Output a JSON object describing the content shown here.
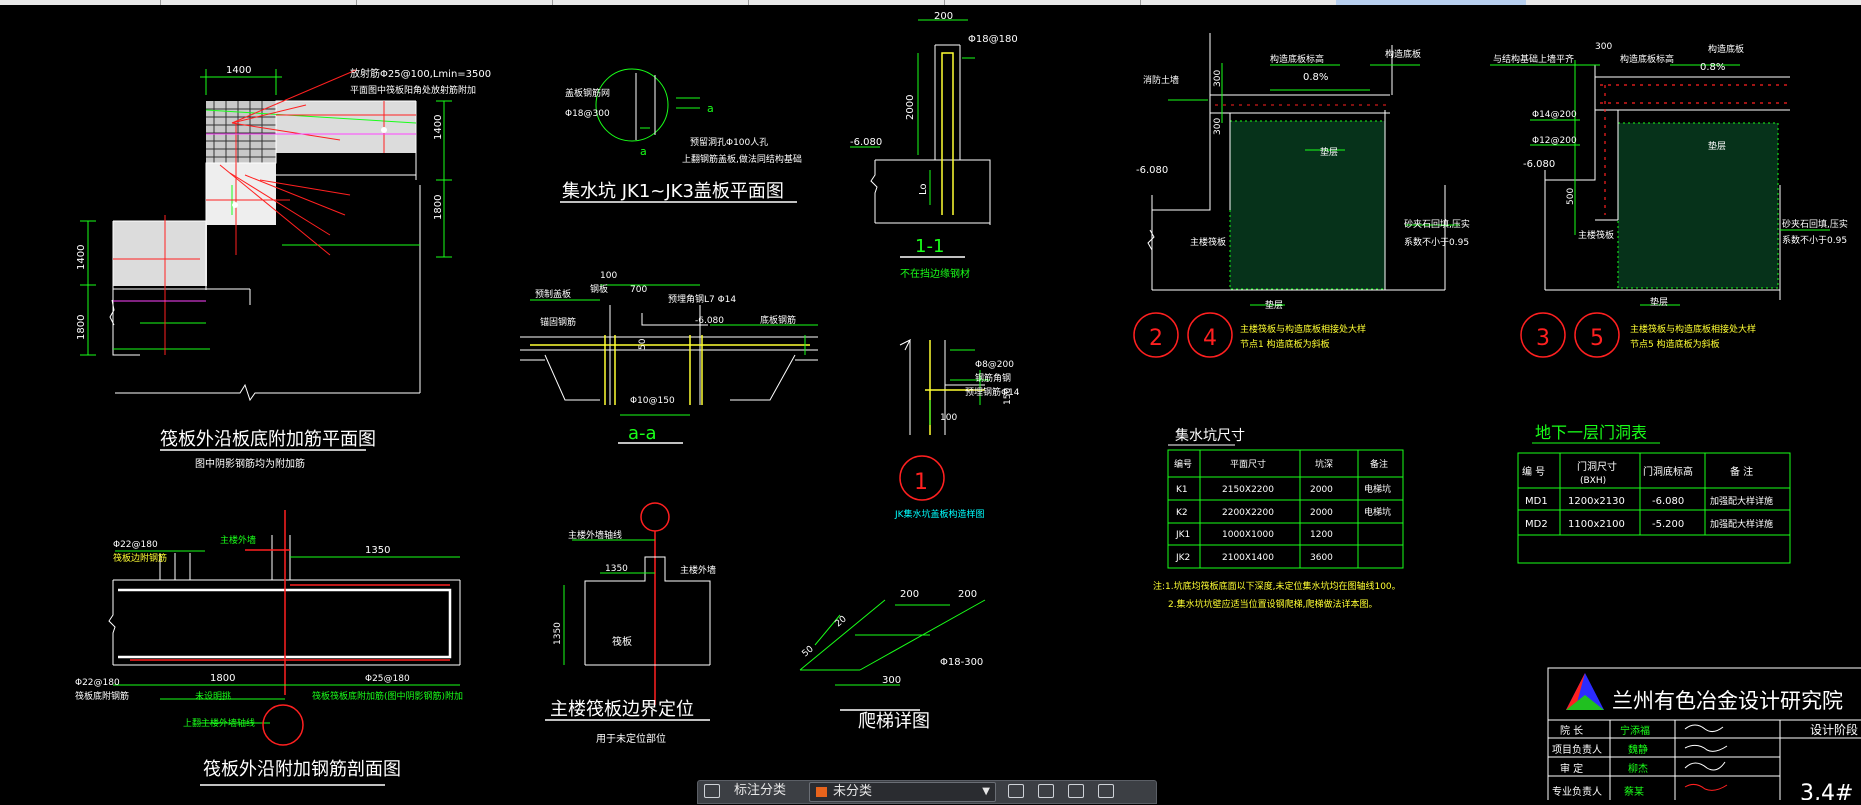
{
  "colors": {
    "background": "#000000",
    "green": "#19ff19",
    "white": "#ffffff",
    "red": "#ff2020",
    "yellow": "#ffff33",
    "cyan": "#00ffff",
    "magenta": "#ff44ff"
  },
  "drawing": {
    "raft_plan": {
      "title": "筏板外沿板底附加筋平面图",
      "note": "图中阴影钢筋均为附加筋",
      "dim_top": "1400",
      "dim_right_1": "1400",
      "dim_right_2": "1800",
      "dim_left_1": "1400",
      "dim_left_2": "1800",
      "leader_1": "放射筋Φ25@100,Lmin=3500",
      "leader_2": "平面图中筏板阳角处放射筋附加"
    },
    "sump_cover": {
      "title": "集水坑 JK1~JK3盖板平面图",
      "label_1": "盖板钢筋网",
      "label_2": "Φ18@300",
      "label_3": "预留洞孔Φ100人孔",
      "label_4": "上翻钢筋盖板,做法同结构基础",
      "mark_a1": "a",
      "mark_a2": "a"
    },
    "section_11": {
      "title": "1-1",
      "sub": "不在挡边缘钢材",
      "dim_top": "200",
      "dim_side": "2000",
      "level": "-6.080",
      "rebar": "Φ18@180",
      "dim_mid": "Lo"
    },
    "section_aa": {
      "title": "a-a",
      "l1": "预制盖板",
      "l2": "锚固钢筋",
      "l3": "钢板",
      "l4": "底板钢筋",
      "l5": "预埋角钢L7 Φ14",
      "level": "-6.080",
      "dim1": "100",
      "dim2": "700",
      "dim3": "50",
      "dim4": "Φ10@150"
    },
    "detail_1": {
      "mark": "1",
      "caption": "JK集水坑盖板构造样图",
      "r1": "Φ8@200",
      "r2": "钢筋角钢",
      "r3": "预埋钢筋Φ14",
      "dim1": "150",
      "dim2": "100"
    },
    "detail_24": {
      "m1": "2",
      "m2": "4",
      "l_wall": "消防土墙",
      "l_level_1": "构造底板标高",
      "l_level_2": "构造底板",
      "l_slope": "0.8%",
      "l_cushion": "垫层",
      "l_sand": "砂夹石回填,压实",
      "l_comp": "系数不小于0.95",
      "l_main": "主楼筏板",
      "l_bottom": "垫层",
      "level": "-6.080",
      "d300a": "300",
      "d300b": "300",
      "caption_1": "主楼筏板与构造底板相接处大样",
      "caption_2": "节点1 构造底板为斜板"
    },
    "detail_35": {
      "m1": "3",
      "m2": "5",
      "l_top": "与结构基础上墙平齐",
      "l_level_1": "构造底板标高",
      "l_level_2": "构造底板",
      "l_slope": "0.8%",
      "l_r1": "Φ14@200",
      "l_r2": "Φ12@200",
      "l_cushion": "垫层",
      "l_sand": "砂夹石回填,压实",
      "l_comp": "系数不小于0.95",
      "l_main": "主楼筏板",
      "l_bottom": "垫层",
      "level": "-6.080",
      "d300": "300",
      "d500": "500",
      "caption_1": "主楼筏板与构造底板相接处大样",
      "caption_2": "节点5 构造底板为斜板"
    },
    "sump_table": {
      "title": "集水坑尺寸",
      "headers": [
        "编号",
        "平面尺寸",
        "坑深",
        "备注"
      ],
      "rows": [
        [
          "K1",
          "2150X2200",
          "2000",
          "电梯坑"
        ],
        [
          "K2",
          "2200X2200",
          "2000",
          "电梯坑"
        ],
        [
          "JK1",
          "1000X1000",
          "1200",
          ""
        ],
        [
          "JK2",
          "2100X1400",
          "3600",
          ""
        ]
      ],
      "note_1": "注:1.坑底均筏板底面以下深度,未定位集水坑均在图轴线100。",
      "note_2": "2.集水坑坑壁应适当位置设钢爬梯,爬梯做法详本图。"
    },
    "door_table": {
      "title": "地下一层门洞表",
      "headers": [
        "编 号",
        "门洞尺寸",
        "门洞底标高",
        "备 注"
      ],
      "sub_header": "(BXH)",
      "rows": [
        [
          "MD1",
          "1200x2130",
          "-6.080",
          "加强配大样详施"
        ],
        [
          "MD2",
          "1100x2100",
          "-5.200",
          "加强配大样详施"
        ]
      ]
    },
    "raft_section": {
      "title": "筏板外沿附加钢筋剖面图",
      "l1": "Φ22@180",
      "l2": "筏板边附钢筋",
      "l3": "主楼外墙",
      "dim_top": "1350",
      "dim_bot": "1800",
      "l4": "Φ22@180",
      "l5": "筏板底附钢筋",
      "l6": "Φ25@180",
      "l7": "未设明挑",
      "l8": "筏板筏板底附加筋(图中阴影钢筋)附加",
      "l9": "上翻主楼外墙轴线"
    },
    "boundary": {
      "title": "主楼筏板边界定位",
      "sub": "用于未定位部位",
      "l1": "主楼外墙轴线",
      "l2": "主楼外墙",
      "l3": "筏板",
      "dim1": "1350",
      "dim2": "1350"
    },
    "ladder": {
      "title": "爬梯详图",
      "d1": "200",
      "d2": "200",
      "d3": "50",
      "d4": "300",
      "d5": "Φ18-300",
      "d6": "20"
    },
    "title_block": {
      "company": "兰州有色冶金设计研究院",
      "rows": [
        {
          "role": "院  长",
          "name": "宁添福"
        },
        {
          "role": "项目负责人",
          "name": "魏静"
        },
        {
          "role": "审   定",
          "name": "柳杰"
        },
        {
          "role": "专业负责人",
          "name": "蔡某"
        }
      ],
      "stage": "设计阶段",
      "sheet": "3,4#"
    }
  },
  "toolbar": {
    "label": "标注分类",
    "layer": "未分类"
  }
}
